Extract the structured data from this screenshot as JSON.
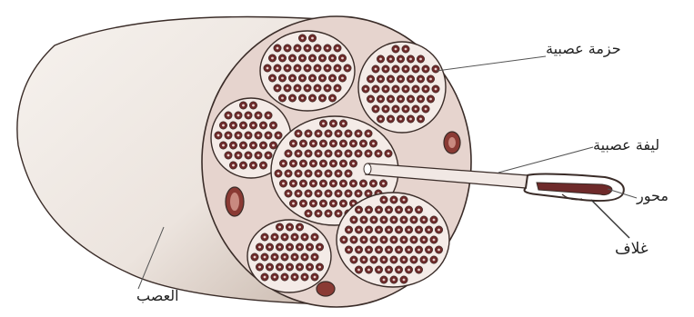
{
  "diagram": {
    "labels": {
      "nerve_bundle": "حزمة عصبية",
      "nerve_fiber": "ليفة عصبية",
      "axon": "محور",
      "sheath": "غلاف",
      "nerve": "العصب"
    }
  },
  "colors": {
    "ink": "#3a2c28",
    "nerve_surface": "#efe9e4",
    "nerve_shadow": "#cdbfb5",
    "cross_section": "#e8d8d2",
    "bundle_fill": "#f4ebe7",
    "fiber_dark": "#6e2a2a",
    "fiber_center": "#e9d3cf",
    "leader": "#555555"
  }
}
